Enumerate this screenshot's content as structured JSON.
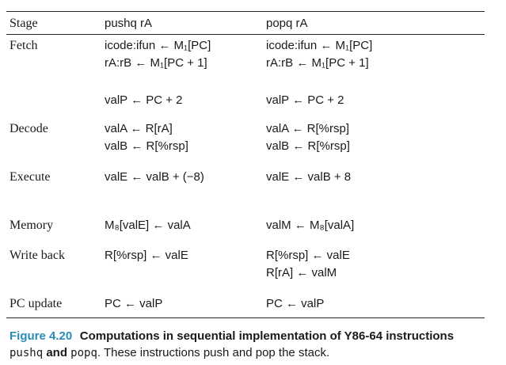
{
  "header": {
    "stage": "Stage",
    "col1": "pushq rA",
    "col2": "popq rA"
  },
  "rows": [
    {
      "stage": "Fetch",
      "c1": [
        "icode:ifun ← M₁[PC]",
        "rA:rB ← M₁[PC + 1]",
        "",
        "valP ← PC + 2"
      ],
      "c2": [
        "icode:ifun ← M₁[PC]",
        "rA:rB ← M₁[PC + 1]",
        "",
        "valP ← PC + 2"
      ]
    },
    {
      "stage": "Decode",
      "c1": [
        "valA ← R[rA]",
        "valB ← R[%rsp]"
      ],
      "c2": [
        "valA ← R[%rsp]",
        "valB ← R[%rsp]"
      ]
    },
    {
      "stage": "Execute",
      "c1": [
        "valE ← valB + (−8)"
      ],
      "c2": [
        "valE ← valB + 8"
      ]
    },
    {
      "stage": "Memory",
      "c1": [
        "M₈[valE] ← valA"
      ],
      "c2": [
        "valM ← M₈[valA]"
      ]
    },
    {
      "stage": "Write back",
      "c1": [
        "R[%rsp] ← valE"
      ],
      "c2": [
        "R[%rsp] ← valE",
        "R[rA] ← valM"
      ]
    },
    {
      "stage": "PC update",
      "c1": [
        "PC ← valP"
      ],
      "c2": [
        "PC ← valP"
      ]
    }
  ],
  "caption": {
    "label": "Figure 4.20",
    "title": "Computations in sequential implementation of Y86-64 instructions",
    "line2_code1": "pushq",
    "line2_and": " and ",
    "line2_code2": "popq",
    "line2_rest": ". These instructions push and pop the stack."
  }
}
